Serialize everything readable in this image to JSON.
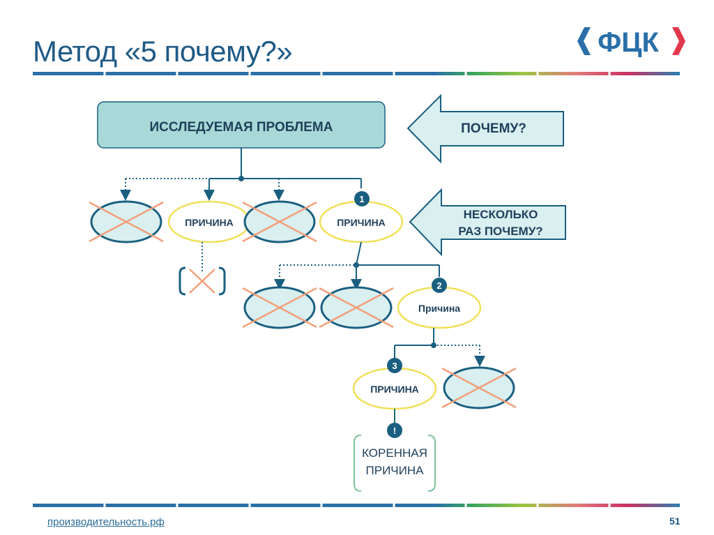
{
  "slide": {
    "title": "Метод «5 почему?»",
    "logo_text": "ФЦК",
    "footer_link": "производительность.рф",
    "page_number": "51"
  },
  "diagram": {
    "problem_label": "ИССЛЕДУЕМАЯ ПРОБЛЕМА",
    "why_label": "ПОЧЕМУ?",
    "several_why_line1": "НЕСКОЛЬКО",
    "several_why_line2": "РАЗ ПОЧЕМУ?",
    "cause_upper": "ПРИЧИНА",
    "cause_mixed": "Причина",
    "root_line1": "КОРЕННАЯ",
    "root_line2": "ПРИЧИНА",
    "badges": [
      "1",
      "2",
      "3",
      "!"
    ]
  },
  "colors": {
    "teal_fill": "#a8d9d8",
    "light_fill": "#d9eff0",
    "dark_blue": "#1f5a85",
    "stroke_blue": "#1a5f80",
    "cross_orange": "#f2a07a",
    "cause_yellow": "#f0e05a",
    "root_green": "#7dc49a",
    "logo_red": "#e2384c"
  }
}
